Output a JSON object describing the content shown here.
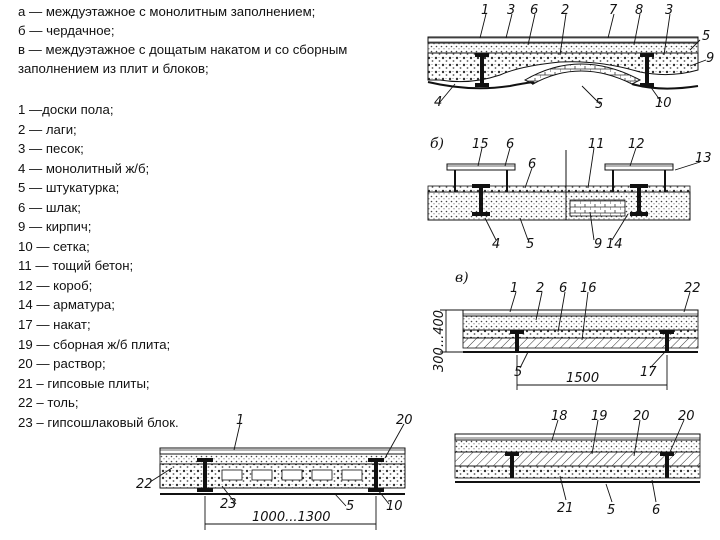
{
  "caption": [
    "а — междуэтажное с монолитным заполнением;",
    "б — чердачное;",
    "в — междуэтажное с дощатым накатом и со сборным",
    "заполнением из плит и блоков;"
  ],
  "legend": [
    "1 —доски пола;",
    "2 — лаги;",
    "3 — песок;",
    "4 — монолитный ж/б;",
    "5 — штукатурка;",
    "6 — шлак;",
    "9 — кирпич;",
    "10 — сетка;",
    "11 — тощий бетон;",
    "12 — короб;",
    "14 — арматура;",
    "17 — накат;",
    "19 — сборная ж/б плита;",
    "20 — раствор;",
    "21 – гипсовые плиты;",
    "22 – толь;",
    "23 – гипсошлаковый блок."
  ],
  "diagram_a": {
    "labels_top": [
      "1",
      "3",
      "6",
      "2",
      "7",
      "8",
      "3"
    ],
    "labels_right": [
      "5",
      "9"
    ],
    "labels_bottom": [
      "4",
      "5",
      "10"
    ]
  },
  "diagram_b": {
    "tag": "б)",
    "labels_top": [
      "15",
      "6",
      "11",
      "12"
    ],
    "label_mid": "6",
    "label_right": "13",
    "labels_bottom": [
      "4",
      "5",
      "9",
      "14"
    ]
  },
  "diagram_c": {
    "tag": "в)",
    "labels_top": [
      "1",
      "2",
      "6",
      "16",
      "22"
    ],
    "labels_bottom": [
      "5",
      "17"
    ],
    "dim_height": "300...400",
    "dim_span": "1500"
  },
  "diagram_d": {
    "labels_top": [
      "1",
      "20"
    ],
    "label_left": "22",
    "labels_bottom": [
      "23",
      "5",
      "10"
    ],
    "dim_span": "1000...1300"
  },
  "diagram_e": {
    "labels_top": [
      "18",
      "19",
      "20",
      "20"
    ],
    "labels_bottom": [
      "21",
      "5",
      "6"
    ]
  }
}
